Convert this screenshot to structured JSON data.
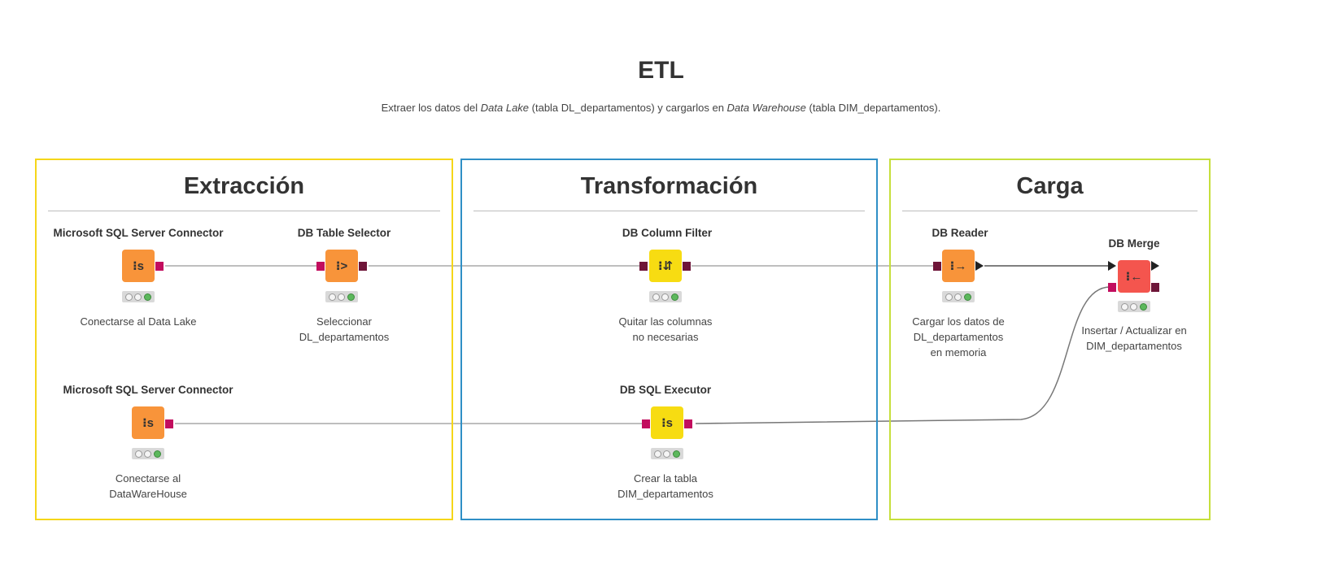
{
  "page": {
    "title": "ETL",
    "subtitle_parts": {
      "a": "Extraer los datos del ",
      "b": "Data Lake",
      "c": " (tabla DL_departamentos) y cargarlos en ",
      "d": "Data Warehouse",
      "e": " (tabla DIM_departamentos)."
    }
  },
  "sections": {
    "extract": {
      "title": "Extracción",
      "border_color": "#f5d619"
    },
    "transform": {
      "title": "Transformación",
      "border_color": "#2f8fc6"
    },
    "load": {
      "title": "Carga",
      "border_color": "#c6df3c"
    }
  },
  "nodes": {
    "sql_connector_1": {
      "title": "Microsoft SQL Server Connector",
      "icon": "db-connector-icon",
      "glyph": "⁝s",
      "description": "Conectarse al Data Lake",
      "color": "#f8943a"
    },
    "table_selector": {
      "title": "DB Table Selector",
      "icon": "db-table-selector-icon",
      "glyph": "⁝>",
      "description": "Seleccionar\nDL_departamentos",
      "color": "#f8943a"
    },
    "column_filter": {
      "title": "DB Column Filter",
      "icon": "db-column-filter-icon",
      "glyph": "⁝⇵",
      "description": "Quitar las columnas\nno necesarias",
      "color": "#f7dc12"
    },
    "db_reader": {
      "title": "DB Reader",
      "icon": "db-reader-icon",
      "glyph": "⁝→",
      "description": "Cargar los datos de\nDL_departamentos\nen memoria",
      "color": "#f8943a"
    },
    "db_merge": {
      "title": "DB Merge",
      "icon": "db-merge-icon",
      "glyph": "⁝←",
      "description": "Insertar / Actualizar en\nDIM_departamentos",
      "color": "#f4554e"
    },
    "sql_connector_2": {
      "title": "Microsoft SQL Server Connector",
      "icon": "db-connector-icon",
      "glyph": "⁝s",
      "description": "Conectarse al\nDataWareHouse",
      "color": "#f8943a"
    },
    "sql_executor": {
      "title": "DB SQL Executor",
      "icon": "db-sql-executor-icon",
      "glyph": "⁝s",
      "description": "Crear la tabla\nDIM_departamentos",
      "color": "#f7dc12"
    }
  }
}
